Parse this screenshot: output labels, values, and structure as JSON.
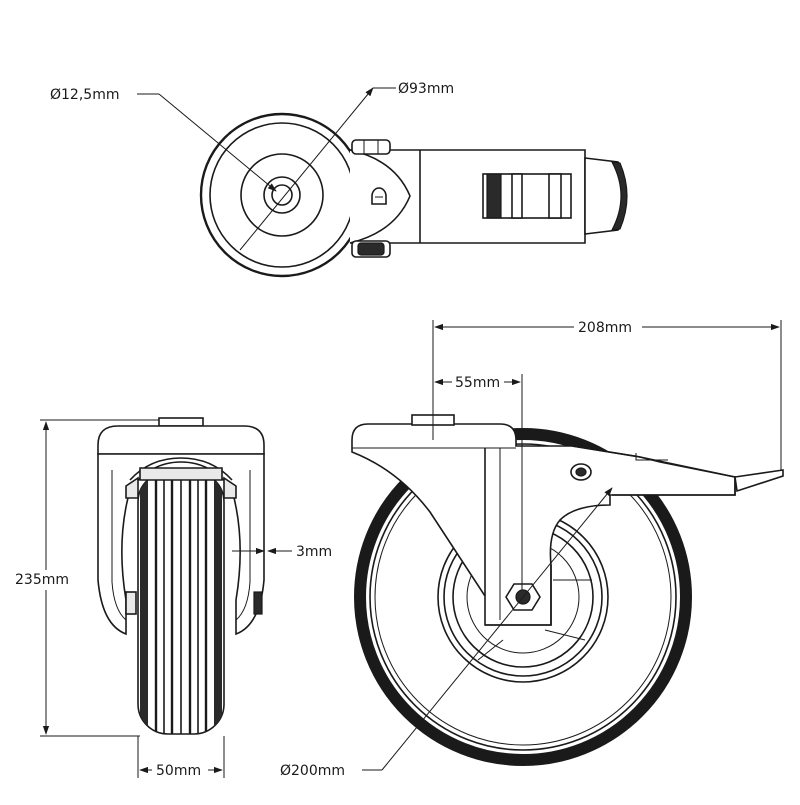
{
  "dimensions": {
    "bolt_hole_diameter": "Ø12,5mm",
    "top_plate_diameter": "Ø93mm",
    "total_offset_length": "208mm",
    "swivel_offset": "55mm",
    "total_height": "235mm",
    "fork_clearance": "3mm",
    "wheel_width": "50mm",
    "wheel_diameter": "Ø200mm"
  },
  "colors": {
    "line": "#1a1a1a",
    "fill_light": "#e9e9e9",
    "background": "#ffffff"
  }
}
